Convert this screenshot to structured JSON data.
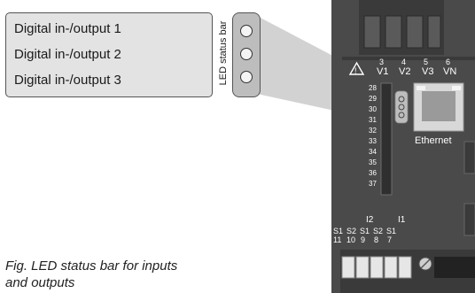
{
  "io_labels": [
    "Digital in-/output 1",
    "Digital in-/output 2",
    "Digital in-/output 3"
  ],
  "led_bar_label": "LED status bar",
  "device": {
    "terminal_numbers": [
      "3",
      "4",
      "5",
      "6"
    ],
    "voltage_labels": [
      "V1",
      "V2",
      "V3",
      "VN"
    ],
    "port_label": "Ethernet",
    "pin_numbers": [
      "28",
      "29",
      "30",
      "31",
      "32",
      "33",
      "34",
      "35",
      "36",
      "37"
    ],
    "current_groups": [
      "I2",
      "I1"
    ],
    "current_pins_top": [
      "S1",
      "S2",
      "S1",
      "S2",
      "S1"
    ],
    "current_pins_bottom": [
      "11",
      "10",
      "9",
      "8",
      "7"
    ]
  },
  "caption": {
    "line1": "Fig. LED status bar for inputs",
    "line2": "and outputs"
  },
  "colors": {
    "device_body": "#4a4a4a",
    "device_dark": "#2f2f2f",
    "callout_fill": "#e3e3e3",
    "beam": "#cfcfcf"
  }
}
